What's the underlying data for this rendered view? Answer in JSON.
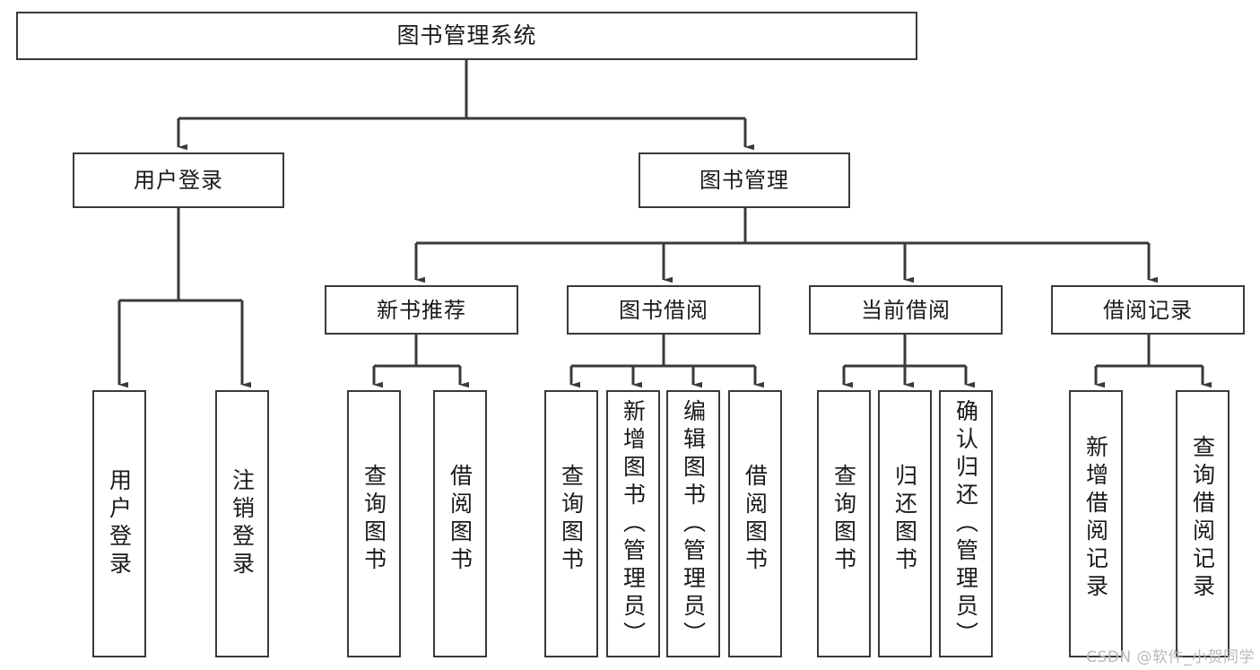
{
  "diagram": {
    "type": "tree-hierarchy",
    "title": "图书管理系统",
    "theme": {
      "background": "#ffffff",
      "border": "#3a3a3a",
      "text": "#1a1a1a",
      "watermark": "#b8b8b8"
    },
    "watermark": "CSDN @软件_小贺同学",
    "nodes": {
      "root": {
        "label": "图书管理系统",
        "level": 1,
        "orientation": "horizontal"
      },
      "l2": [
        {
          "id": "user-login",
          "label": "用户登录",
          "level": 2,
          "orientation": "horizontal"
        },
        {
          "id": "book-manage",
          "label": "图书管理",
          "level": 2,
          "orientation": "horizontal"
        }
      ],
      "l3": [
        {
          "id": "new-book-rec",
          "label": "新书推荐",
          "level": 3,
          "orientation": "horizontal"
        },
        {
          "id": "book-borrow",
          "label": "图书借阅",
          "level": 3,
          "orientation": "horizontal"
        },
        {
          "id": "current-borrow",
          "label": "当前借阅",
          "level": 3,
          "orientation": "horizontal"
        },
        {
          "id": "borrow-record",
          "label": "借阅记录",
          "level": 3,
          "orientation": "horizontal"
        }
      ],
      "leaves": [
        {
          "id": "leaf-user-login",
          "label": "用户登录",
          "parent": "user-login",
          "orientation": "vertical"
        },
        {
          "id": "leaf-user-logout",
          "label": "注销登录",
          "parent": "user-login",
          "orientation": "vertical"
        },
        {
          "id": "leaf-rec-query-book",
          "label": "查询图书",
          "parent": "new-book-rec",
          "orientation": "vertical"
        },
        {
          "id": "leaf-rec-borrow-book",
          "label": "借阅图书",
          "parent": "new-book-rec",
          "orientation": "vertical"
        },
        {
          "id": "leaf-borrow-query-book",
          "label": "查询图书",
          "parent": "book-borrow",
          "orientation": "vertical"
        },
        {
          "id": "leaf-borrow-add-book",
          "label": "新增图书（管理员）",
          "parent": "book-borrow",
          "orientation": "vertical"
        },
        {
          "id": "leaf-borrow-edit-book",
          "label": "编辑图书（管理员）",
          "parent": "book-borrow",
          "orientation": "vertical"
        },
        {
          "id": "leaf-borrow-borrow-book",
          "label": "借阅图书",
          "parent": "book-borrow",
          "orientation": "vertical"
        },
        {
          "id": "leaf-cur-query-book",
          "label": "查询图书",
          "parent": "current-borrow",
          "orientation": "vertical"
        },
        {
          "id": "leaf-cur-return-book",
          "label": "归还图书",
          "parent": "current-borrow",
          "orientation": "vertical"
        },
        {
          "id": "leaf-cur-confirm-return",
          "label": "确认归还（管理员）",
          "parent": "current-borrow",
          "orientation": "vertical"
        },
        {
          "id": "leaf-rec-add-record",
          "label": "新增借阅记录",
          "parent": "borrow-record",
          "orientation": "vertical"
        },
        {
          "id": "leaf-rec-query-record",
          "label": "查询借阅记录",
          "parent": "borrow-record",
          "orientation": "vertical"
        }
      ]
    }
  }
}
